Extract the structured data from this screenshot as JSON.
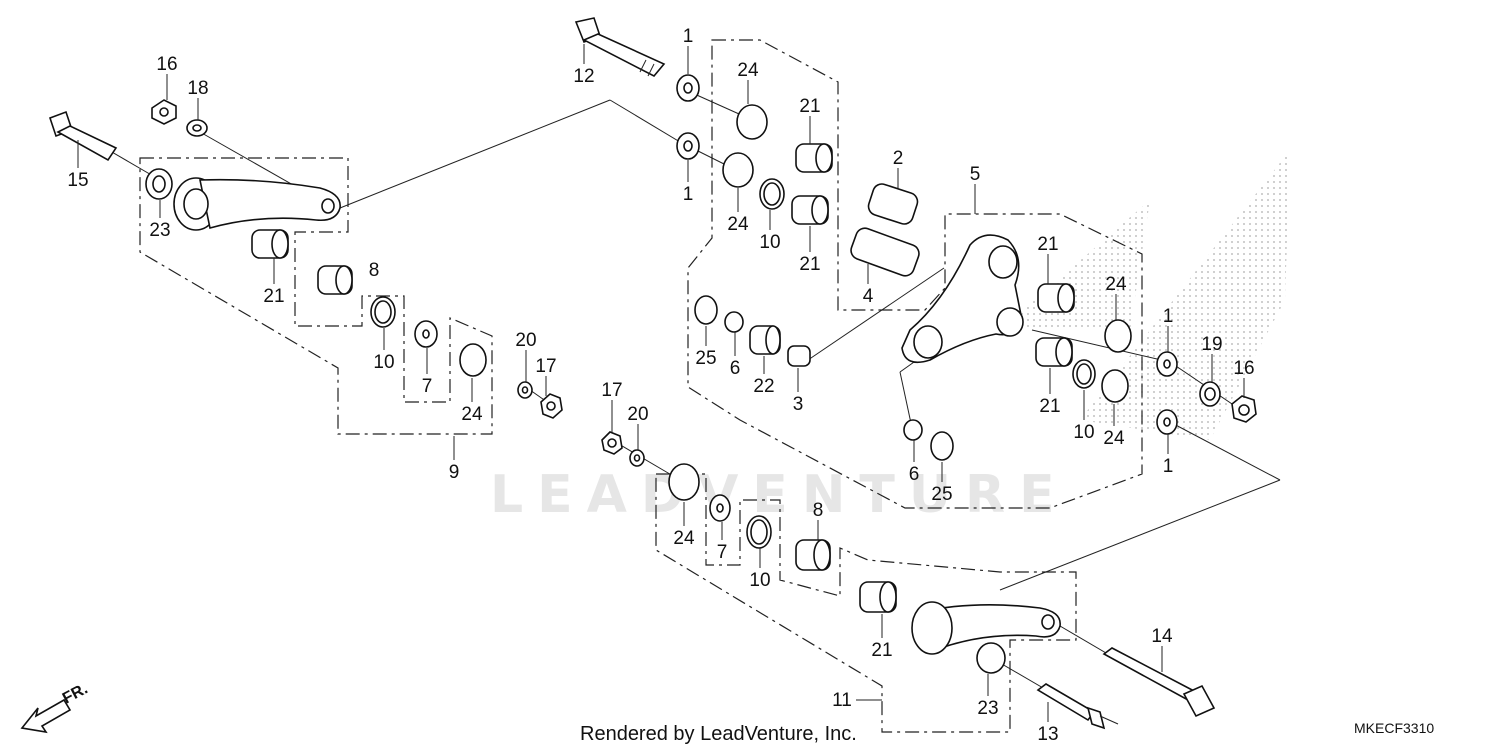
{
  "diagram": {
    "watermark_text": "LEADVENTURE",
    "footer_credit": "Rendered by LeadVenture, Inc.",
    "diagram_code": "MKECF3310",
    "front_indicator": "FR.",
    "callouts": {
      "c1a": "1",
      "c1b": "1",
      "c1c": "1",
      "c1d": "1",
      "c2": "2",
      "c3": "3",
      "c4": "4",
      "c5": "5",
      "c6a": "6",
      "c6b": "6",
      "c7a": "7",
      "c7b": "7",
      "c8a": "8",
      "c8b": "8",
      "c9": "9",
      "c10a": "10",
      "c10b": "10",
      "c10c": "10",
      "c10d": "10",
      "c11": "11",
      "c12": "12",
      "c13": "13",
      "c14": "14",
      "c15": "15",
      "c16a": "16",
      "c16b": "16",
      "c17a": "17",
      "c17b": "17",
      "c18": "18",
      "c19": "19",
      "c20a": "20",
      "c20b": "20",
      "c21a": "21",
      "c21b": "21",
      "c21c": "21",
      "c21d": "21",
      "c21e": "21",
      "c22": "22",
      "c23a": "23",
      "c23b": "23",
      "c24a": "24",
      "c24b": "24",
      "c24c": "24",
      "c24d": "24",
      "c24e": "24",
      "c24f": "24",
      "c25a": "25",
      "c25b": "25"
    }
  }
}
